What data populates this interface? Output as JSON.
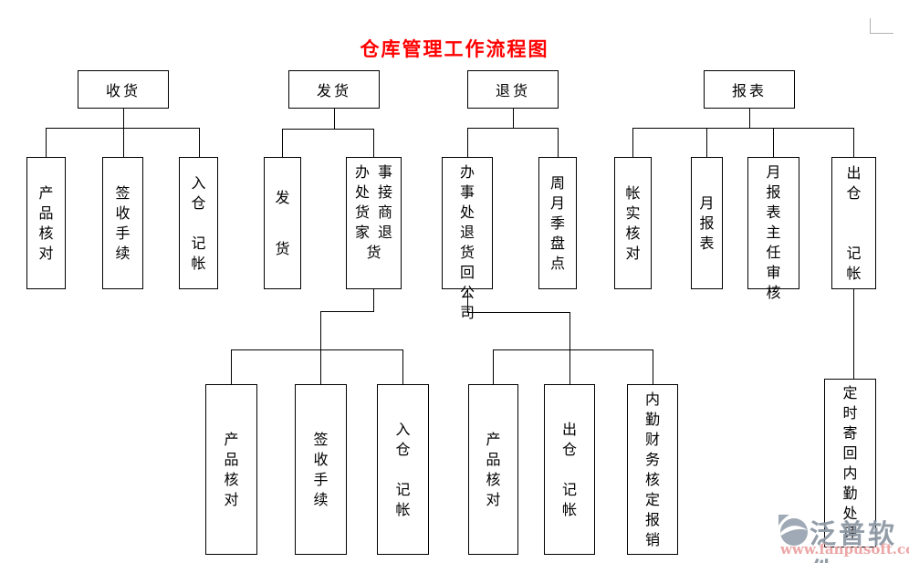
{
  "title": "仓库管理工作流程图",
  "colors": {
    "title": "#ff0000",
    "line": "#000000",
    "watermark_brand": "#8e98a4",
    "watermark_url": "#eba2a2"
  },
  "flowchart": {
    "groups": [
      {
        "label": "收货",
        "children": [
          {
            "text": "产\n品\n核\n对"
          },
          {
            "text": "签\n收\n手\n续"
          },
          {
            "text": "入\n仓\n\n记\n帐"
          }
        ]
      },
      {
        "label": "发货",
        "children": [
          {
            "text": "发\n\n货"
          },
          {
            "text": "办事\n处接\n货商\n家退\n货"
          }
        ],
        "grandchildren": [
          {
            "text": "产\n品\n核\n对"
          },
          {
            "text": "签\n收\n手\n续"
          },
          {
            "text": "入\n仓\n\n记\n帐"
          }
        ]
      },
      {
        "label": "退货",
        "children": [
          {
            "text": "办事\n处退\n货回\n公司"
          },
          {
            "text": "周\n月\n季\n盘\n点"
          }
        ],
        "grandchildren": [
          {
            "text": "产\n品\n核\n对"
          },
          {
            "text": "出\n仓\n\n记\n帐"
          },
          {
            "text": "内\n勤\n财\n务\n核\n定\n报\n销"
          }
        ]
      },
      {
        "label": "报表",
        "children": [
          {
            "text": "帐\n实\n核\n对"
          },
          {
            "text": "月\n报\n表"
          },
          {
            "text": "月报\n表主\n任审\n核"
          },
          {
            "text": "出\n仓\n\n\n记\n帐"
          }
        ],
        "grandchildren": [
          {
            "text": "定\n时\n寄\n回\n内\n勤\n处\n理"
          }
        ]
      }
    ]
  },
  "watermark": {
    "brand": "泛普软件",
    "url": "www.fanpusoft.com"
  }
}
